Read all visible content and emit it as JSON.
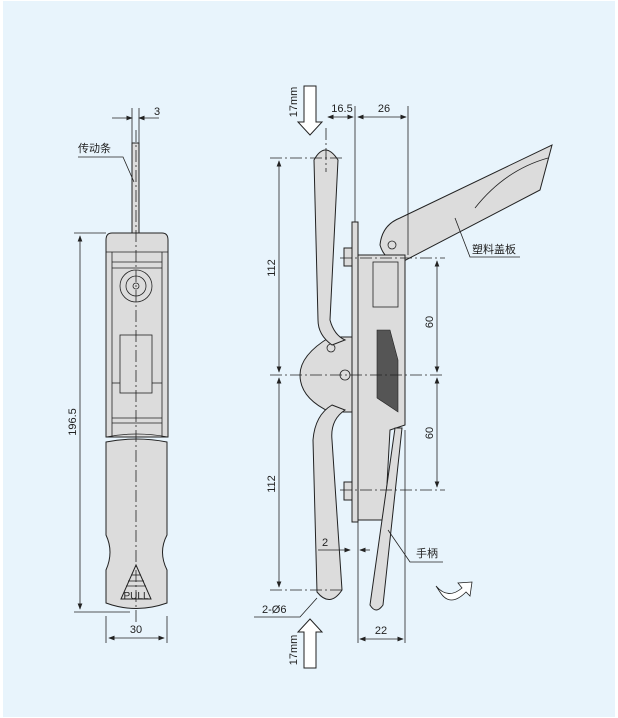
{
  "left_view": {
    "labels": {
      "drive_bar": "传动条",
      "pull": "PULL"
    },
    "dimensions": {
      "rod_width": "3",
      "total_height": "196.5",
      "width": "30"
    }
  },
  "side_view": {
    "labels": {
      "plastic_cover": "塑料盖板",
      "handle": "手柄"
    },
    "dimensions": {
      "offset": "16.5",
      "depth": "26",
      "upper_length": "112",
      "lower_length": "112",
      "upper_spacing": "60",
      "lower_spacing": "60",
      "gap": "2",
      "holes": "2-Ø6",
      "handle_depth": "22",
      "travel_top": "17mm",
      "travel_bottom": "17mm"
    }
  },
  "colors": {
    "background": "#e8f4fc",
    "part_fill": "#dcdcdc",
    "line": "#222222"
  }
}
